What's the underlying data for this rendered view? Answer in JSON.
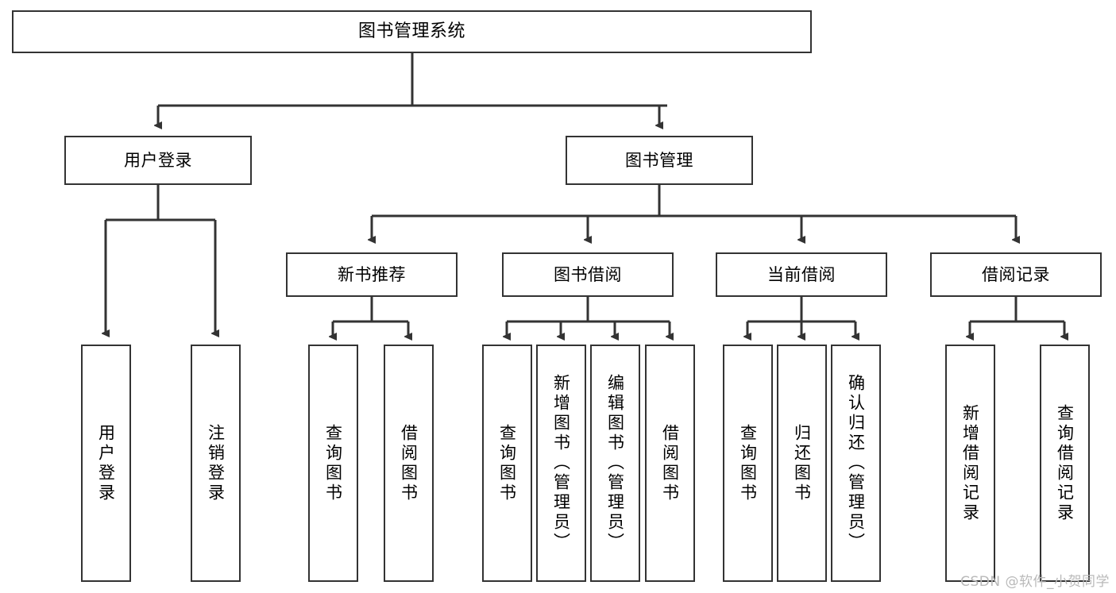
{
  "diagram": {
    "type": "tree",
    "title": "图书管理系统",
    "root": {
      "label": "图书管理系统"
    },
    "level2": [
      {
        "label": "用户登录"
      },
      {
        "label": "图书管理"
      }
    ],
    "level3": [
      {
        "label": "新书推荐"
      },
      {
        "label": "图书借阅"
      },
      {
        "label": "当前借阅"
      },
      {
        "label": "借阅记录"
      }
    ],
    "leaves": {
      "user_login": [
        {
          "label": "用户登录"
        },
        {
          "label": "注销登录"
        }
      ],
      "new_book_recommend": [
        {
          "label": "查询图书"
        },
        {
          "label": "借阅图书"
        }
      ],
      "book_borrow": [
        {
          "label": "查询图书"
        },
        {
          "label": "新增图书（管理员）"
        },
        {
          "label": "编辑图书（管理员）"
        },
        {
          "label": "借阅图书"
        }
      ],
      "current_borrow": [
        {
          "label": "查询图书"
        },
        {
          "label": "归还图书"
        },
        {
          "label": "确认归还（管理员）"
        }
      ],
      "borrow_record": [
        {
          "label": "新增借阅记录"
        },
        {
          "label": "查询借阅记录"
        }
      ]
    }
  },
  "watermark": {
    "text": "CSDN @软件_小贺同学"
  },
  "colors": {
    "stroke": "#333333",
    "fill": "#ffffff",
    "text": "#000000",
    "watermark": "#b9b9b9"
  }
}
